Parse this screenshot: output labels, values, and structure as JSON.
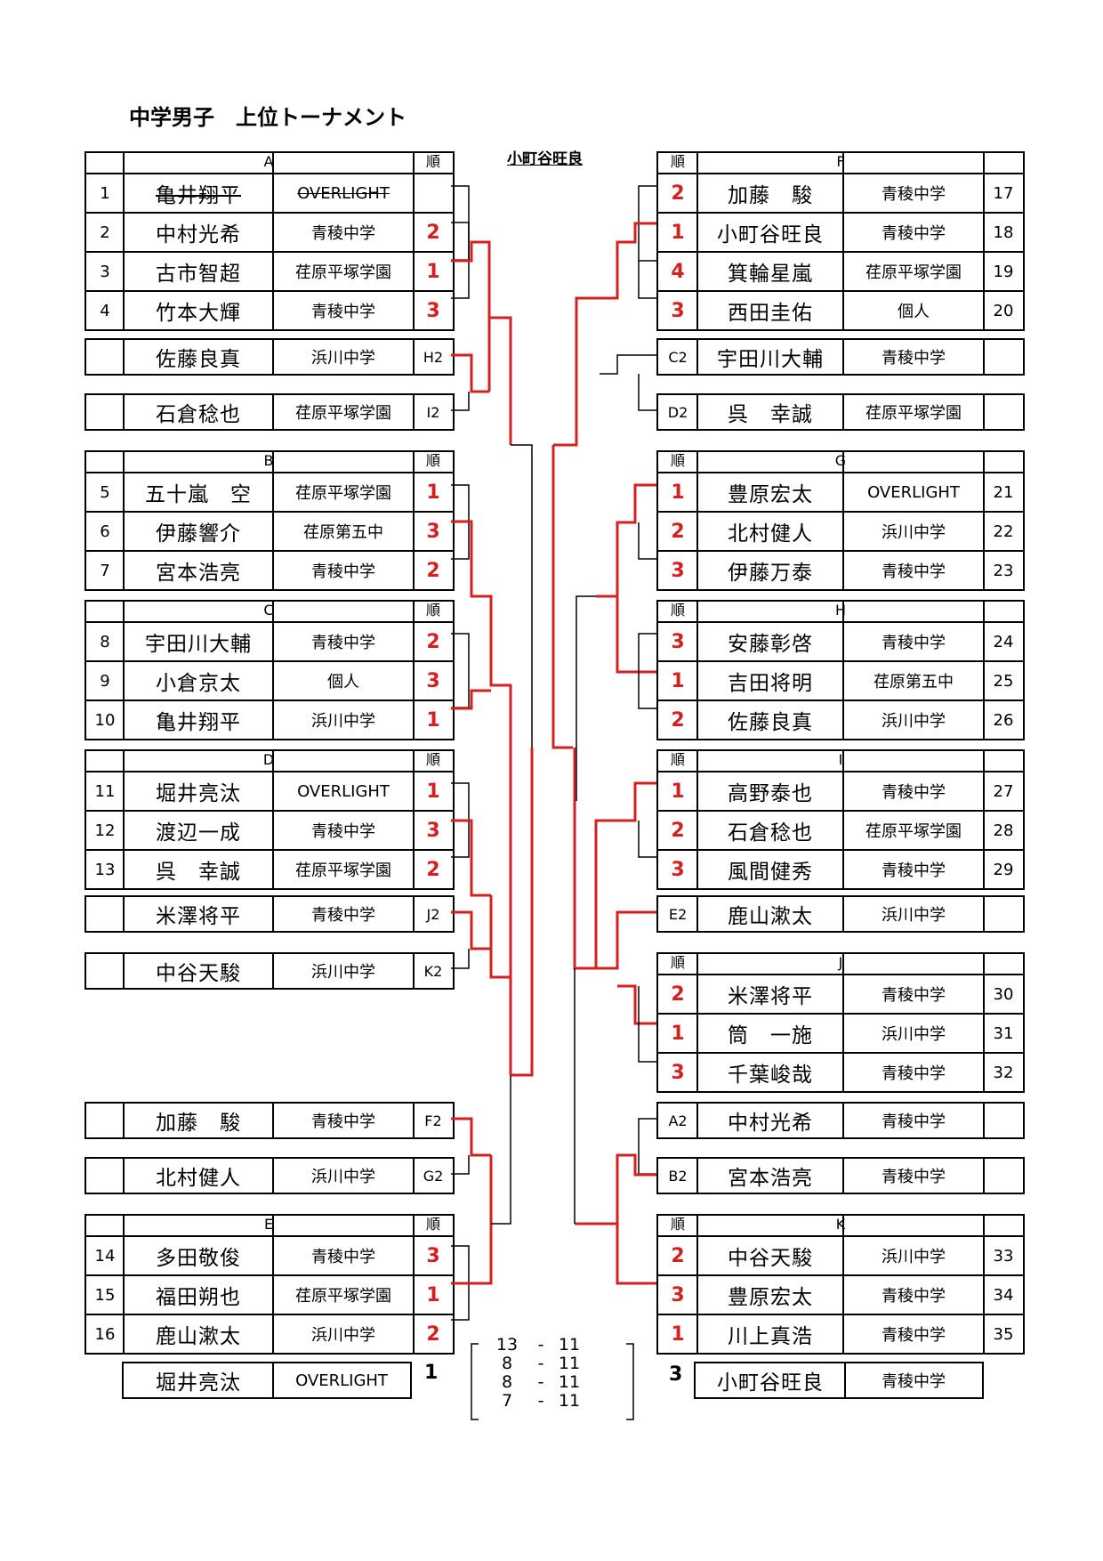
{
  "title": "中学男子　上位トーナメント",
  "champion": "小町谷旺良",
  "rank_header": "順",
  "groups": {
    "A": {
      "label": "A",
      "rows": [
        {
          "no": "1",
          "name": "亀井翔平",
          "team": "OVERLIGHT",
          "rank": "",
          "struck": true
        },
        {
          "no": "2",
          "name": "中村光希",
          "team": "青稜中学",
          "rank": "2"
        },
        {
          "no": "3",
          "name": "古市智超",
          "team": "荏原平塚学園",
          "rank": "1"
        },
        {
          "no": "4",
          "name": "竹本大輝",
          "team": "青稜中学",
          "rank": "3"
        }
      ]
    },
    "B": {
      "label": "B",
      "rows": [
        {
          "no": "5",
          "name": "五十嵐　空",
          "team": "荏原平塚学園",
          "rank": "1"
        },
        {
          "no": "6",
          "name": "伊藤響介",
          "team": "荏原第五中",
          "rank": "3"
        },
        {
          "no": "7",
          "name": "宮本浩亮",
          "team": "青稜中学",
          "rank": "2"
        }
      ]
    },
    "C": {
      "label": "C",
      "rows": [
        {
          "no": "8",
          "name": "宇田川大輔",
          "team": "青稜中学",
          "rank": "2"
        },
        {
          "no": "9",
          "name": "小倉京太",
          "team": "個人",
          "rank": "3"
        },
        {
          "no": "10",
          "name": "亀井翔平",
          "team": "浜川中学",
          "rank": "1"
        }
      ]
    },
    "D": {
      "label": "D",
      "rows": [
        {
          "no": "11",
          "name": "堀井亮汰",
          "team": "OVERLIGHT",
          "rank": "1"
        },
        {
          "no": "12",
          "name": "渡辺一成",
          "team": "青稜中学",
          "rank": "3"
        },
        {
          "no": "13",
          "name": "呉　幸誠",
          "team": "荏原平塚学園",
          "rank": "2"
        }
      ]
    },
    "E": {
      "label": "E",
      "rows": [
        {
          "no": "14",
          "name": "多田敬俊",
          "team": "青稜中学",
          "rank": "3"
        },
        {
          "no": "15",
          "name": "福田朔也",
          "team": "荏原平塚学園",
          "rank": "1"
        },
        {
          "no": "16",
          "name": "鹿山漱太",
          "team": "浜川中学",
          "rank": "2"
        }
      ]
    },
    "F": {
      "label": "F",
      "rows": [
        {
          "no": "17",
          "name": "加藤　駿",
          "team": "青稜中学",
          "rank": "2"
        },
        {
          "no": "18",
          "name": "小町谷旺良",
          "team": "青稜中学",
          "rank": "1"
        },
        {
          "no": "19",
          "name": "箕輪星嵐",
          "team": "荏原平塚学園",
          "rank": "4"
        },
        {
          "no": "20",
          "name": "西田圭佑",
          "team": "個人",
          "rank": "3"
        }
      ]
    },
    "G": {
      "label": "G",
      "rows": [
        {
          "no": "21",
          "name": "豊原宏太",
          "team": "OVERLIGHT",
          "rank": "1"
        },
        {
          "no": "22",
          "name": "北村健人",
          "team": "浜川中学",
          "rank": "2"
        },
        {
          "no": "23",
          "name": "伊藤万泰",
          "team": "青稜中学",
          "rank": "3"
        }
      ]
    },
    "H": {
      "label": "H",
      "rows": [
        {
          "no": "24",
          "name": "安藤彰啓",
          "team": "青稜中学",
          "rank": "3"
        },
        {
          "no": "25",
          "name": "吉田将明",
          "team": "荏原第五中",
          "rank": "1"
        },
        {
          "no": "26",
          "name": "佐藤良真",
          "team": "浜川中学",
          "rank": "2"
        }
      ]
    },
    "I": {
      "label": "I",
      "rows": [
        {
          "no": "27",
          "name": "高野泰也",
          "team": "青稜中学",
          "rank": "1"
        },
        {
          "no": "28",
          "name": "石倉稔也",
          "team": "荏原平塚学園",
          "rank": "2"
        },
        {
          "no": "29",
          "name": "風間健秀",
          "team": "青稜中学",
          "rank": "3"
        }
      ]
    },
    "J": {
      "label": "J",
      "rows": [
        {
          "no": "30",
          "name": "米澤将平",
          "team": "青稜中学",
          "rank": "2"
        },
        {
          "no": "31",
          "name": "筒　一施",
          "team": "浜川中学",
          "rank": "1"
        },
        {
          "no": "32",
          "name": "千葉峻哉",
          "team": "青稜中学",
          "rank": "3"
        }
      ]
    },
    "K": {
      "label": "K",
      "rows": [
        {
          "no": "33",
          "name": "中谷天駿",
          "team": "浜川中学",
          "rank": "2"
        },
        {
          "no": "34",
          "name": "豊原宏太",
          "team": "青稜中学",
          "rank": "3"
        },
        {
          "no": "35",
          "name": "川上真浩",
          "team": "青稜中学",
          "rank": "1"
        }
      ]
    }
  },
  "seconds": {
    "H2": {
      "code": "H2",
      "name": "佐藤良真",
      "team": "浜川中学"
    },
    "I2": {
      "code": "I2",
      "name": "石倉稔也",
      "team": "荏原平塚学園"
    },
    "J2": {
      "code": "J2",
      "name": "米澤将平",
      "team": "青稜中学"
    },
    "K2": {
      "code": "K2",
      "name": "中谷天駿",
      "team": "浜川中学"
    },
    "F2": {
      "code": "F2",
      "name": "加藤　駿",
      "team": "青稜中学"
    },
    "G2": {
      "code": "G2",
      "name": "北村健人",
      "team": "浜川中学"
    },
    "C2": {
      "code": "C2",
      "name": "宇田川大輔",
      "team": "青稜中学"
    },
    "D2": {
      "code": "D2",
      "name": "呉　幸誠",
      "team": "荏原平塚学園"
    },
    "E2": {
      "code": "E2",
      "name": "鹿山漱太",
      "team": "浜川中学"
    },
    "A2": {
      "code": "A2",
      "name": "中村光希",
      "team": "青稜中学"
    },
    "B2": {
      "code": "B2",
      "name": "宮本浩亮",
      "team": "青稜中学"
    }
  },
  "final": {
    "left": {
      "name": "堀井亮汰",
      "team": "OVERLIGHT",
      "place": "1"
    },
    "right": {
      "name": "小町谷旺良",
      "team": "青稜中学",
      "place": "3"
    },
    "scores": [
      [
        "13",
        "-",
        "11"
      ],
      [
        "8",
        "-",
        "11"
      ],
      [
        "8",
        "-",
        "11"
      ],
      [
        "7",
        "-",
        "11"
      ]
    ]
  }
}
